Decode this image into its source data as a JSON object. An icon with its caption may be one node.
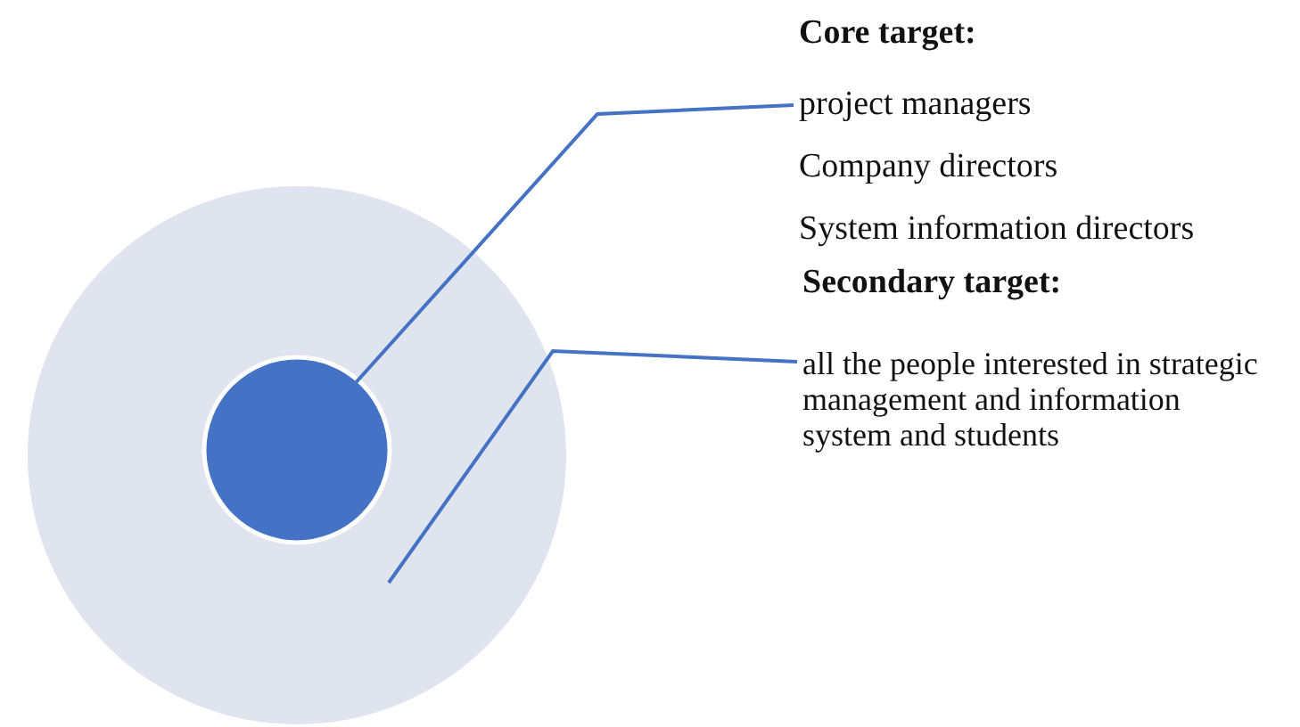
{
  "diagram": {
    "nodes": [
      {
        "text": [],
        "shape": "circle"
      },
      {
        "text": [],
        "shape": "circle",
        "in": 0
      },
      {
        "text": [
          "Core target:",
          "project managers",
          "Company directors",
          "System information directors"
        ]
      },
      {
        "text": [
          "Secondary target:",
          "all the people interested in strategic management and information system and students"
        ]
      }
    ],
    "edges": [
      {
        "from": 2,
        "to": 1,
        "arrow": "none"
      },
      {
        "from": 3,
        "to": 0,
        "arrow": "none"
      }
    ]
  }
}
